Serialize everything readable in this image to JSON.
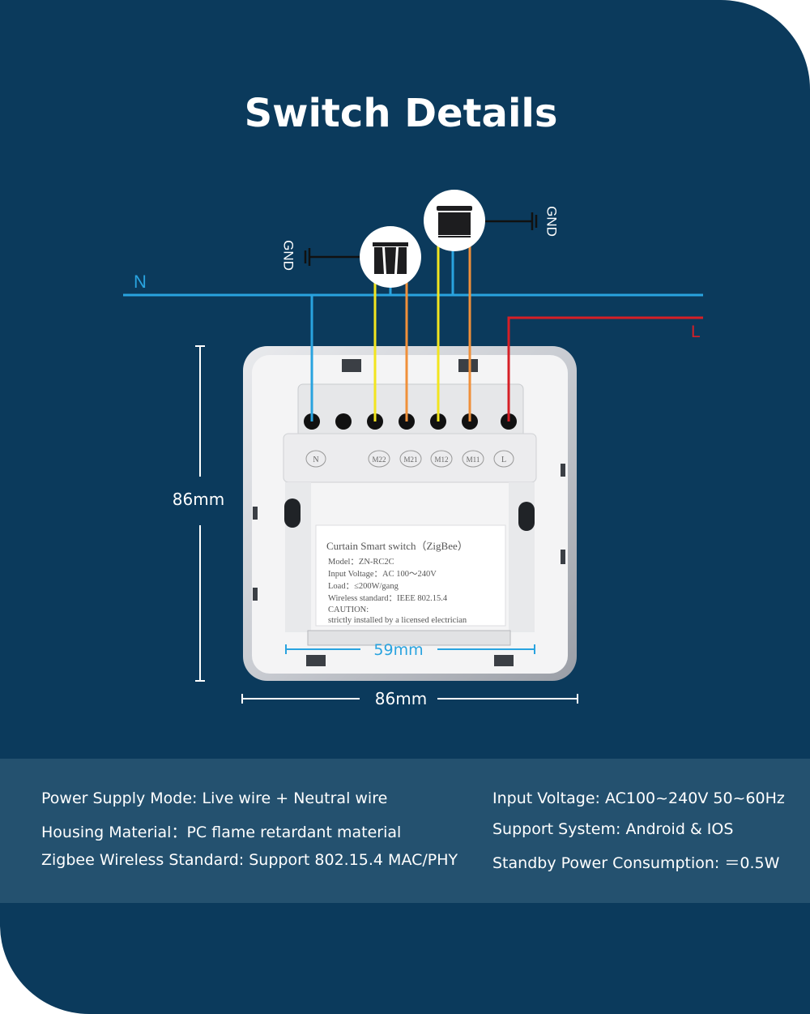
{
  "title": "Switch Details",
  "diagram": {
    "neutral_label": "N",
    "live_label": "L",
    "gnd_left": "GND",
    "gnd_right": "GND",
    "terminals": [
      "N",
      "M22",
      "M21",
      "M12",
      "M11",
      "L"
    ],
    "label_plate": {
      "title": "Curtain Smart switch（ZigBee）",
      "model": "Model：ZN-RC2C",
      "input_voltage": "Input Voltage：AC 100～240V",
      "load": "Load：≤200W/gang",
      "wireless": "Wireless standard：IEEE 802.15.4",
      "caution": "CAUTION:",
      "caution_text": "strictly installed by a licensed electrician"
    },
    "dim_height": "86mm",
    "dim_width": "86mm",
    "dim_inner": "59mm"
  },
  "specs": {
    "left": [
      "Power Supply Mode: Live wire + Neutral wire",
      "Housing Material：PC flame retardant material",
      "Zigbee Wireless Standard: Support 802.15.4 MAC/PHY"
    ],
    "right": [
      "Input Voltage: AC100~240V 50~60Hz",
      "Support System: Android & IOS",
      "Standby Power Consumption: ＝0.5W"
    ]
  },
  "colors": {
    "background": "#0b3a5c",
    "spec_band": "#24516f",
    "neutral_wire": "#29a3df",
    "live_wire": "#d61f26",
    "motor_wire_a": "#f2e51f",
    "motor_wire_b": "#f0903a"
  }
}
